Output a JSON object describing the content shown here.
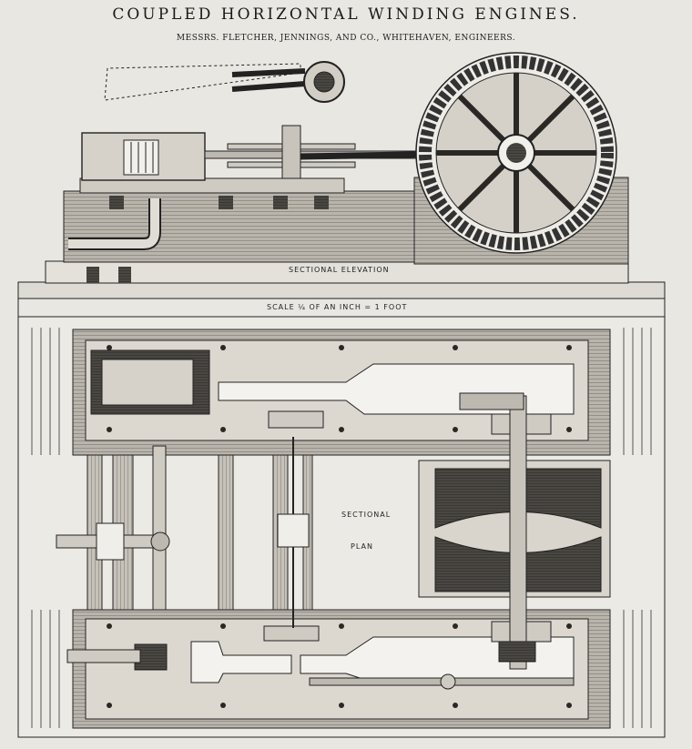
{
  "header": {
    "title": "COUPLED HORIZONTAL WINDING ENGINES.",
    "subtitle": "MESSRS. FLETCHER, JENNINGS, AND CO., WHITEHAVEN, ENGINEERS."
  },
  "labels": {
    "sectional_elevation": "SECTIONAL ELEVATION",
    "scale": "SCALE ¼ OF AN INCH = 1 FOOT",
    "sectional_plan_1": "SECTIONAL",
    "sectional_plan_2": "PLAN"
  },
  "colors": {
    "paper": "#e9e7e1",
    "ink": "#1a1a1a",
    "hatch": "#555555",
    "mid": "#9a9690"
  }
}
